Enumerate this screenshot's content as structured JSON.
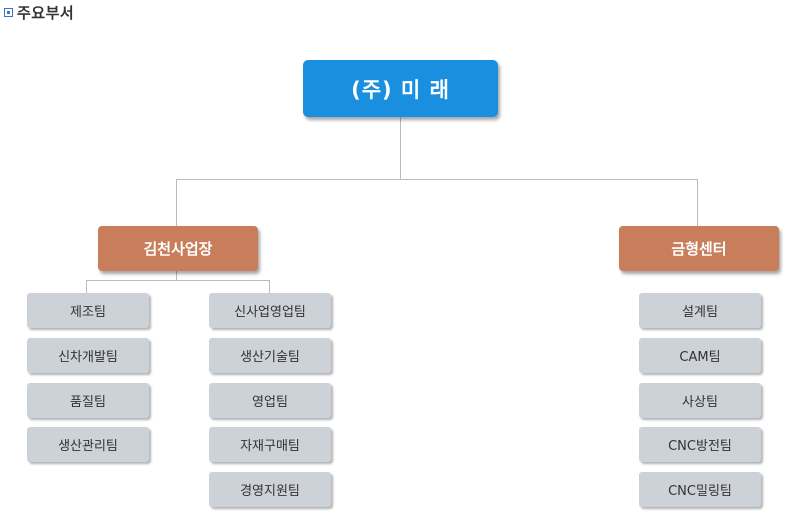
{
  "header": {
    "title": "주요부서",
    "icon": "square-bullet-icon"
  },
  "colors": {
    "root": "#1a8fe0",
    "branch": "#c87d5b",
    "team": "#cdd2d8",
    "line": "#bbbbbb"
  },
  "org": {
    "root": "(주) 미 래",
    "gimcheon": {
      "name": "김천사업장",
      "col1": [
        "제조팀",
        "신차개발팀",
        "품질팀",
        "생산관리팀"
      ],
      "col2": [
        "신사업영업팀",
        "생산기술팀",
        "영업팀",
        "자재구매팀",
        "경영지원팀"
      ]
    },
    "mold": {
      "name": "금형센터",
      "teams": [
        "설계팀",
        "CAM팀",
        "사상팀",
        "CNC방전팀",
        "CNC밀링팀"
      ]
    }
  }
}
